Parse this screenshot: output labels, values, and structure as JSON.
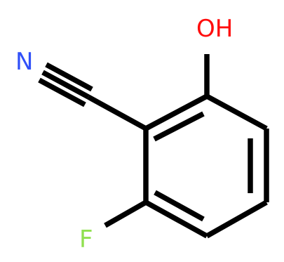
{
  "atoms": {
    "n_label": "N",
    "oh_label": "OH",
    "f_label": "F"
  },
  "colors": {
    "bond": "#000000",
    "nitrogen": "#3050f8",
    "oxygen": "#ff0d0d",
    "fluorine": "#90e050",
    "background": "#ffffff"
  }
}
